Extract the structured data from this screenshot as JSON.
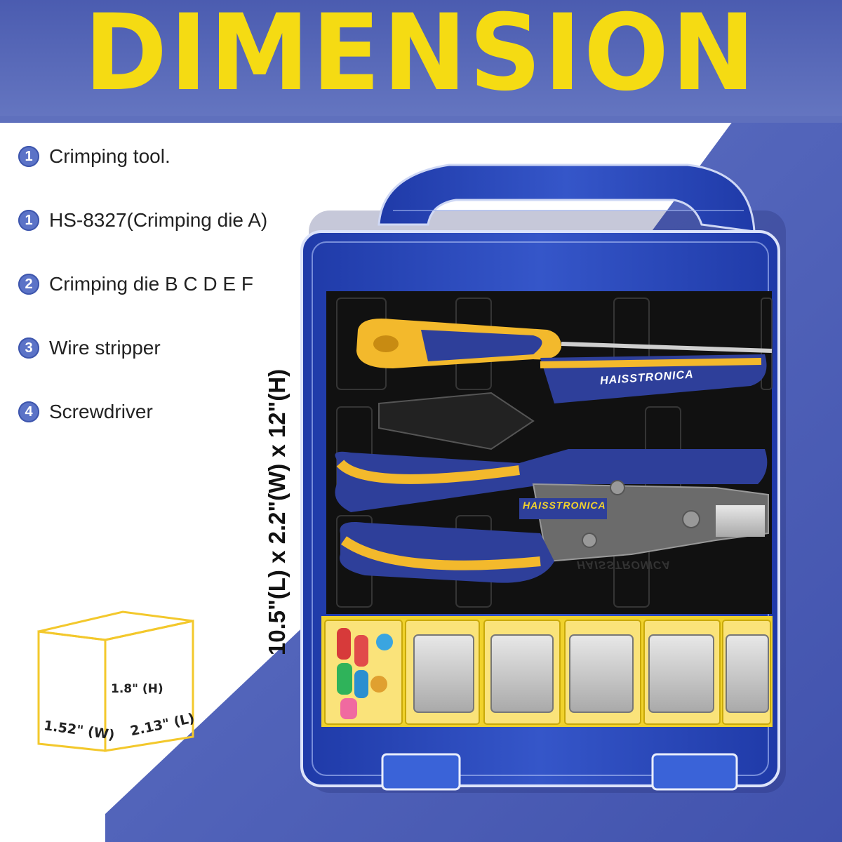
{
  "title": "DIMENSION",
  "features": [
    {
      "badge": "1",
      "text": "Crimping tool."
    },
    {
      "badge": "1",
      "text": "HS-8327(Crimping die A)"
    },
    {
      "badge": "2",
      "text": "Crimping die B C D E F"
    },
    {
      "badge": "3",
      "text": "Wire stripper"
    },
    {
      "badge": "4",
      "text": "Screwdriver"
    }
  ],
  "case_dimensions": "10.5\"(L) x 2.2\"(W) x 12\"(H)",
  "box_dimensions": {
    "height": "1.8\" (H)",
    "width": "1.52\" (W)",
    "length": "2.13\" (L)"
  },
  "brand": "HAISSTRONICA",
  "colors": {
    "header_bg": "#5566b5",
    "title": "#f5db13",
    "case_blue": "#2a47b8",
    "tool_yellow": "#f3b92c",
    "tray_yellow": "#f0d22c",
    "badge": "#5b73c7"
  }
}
